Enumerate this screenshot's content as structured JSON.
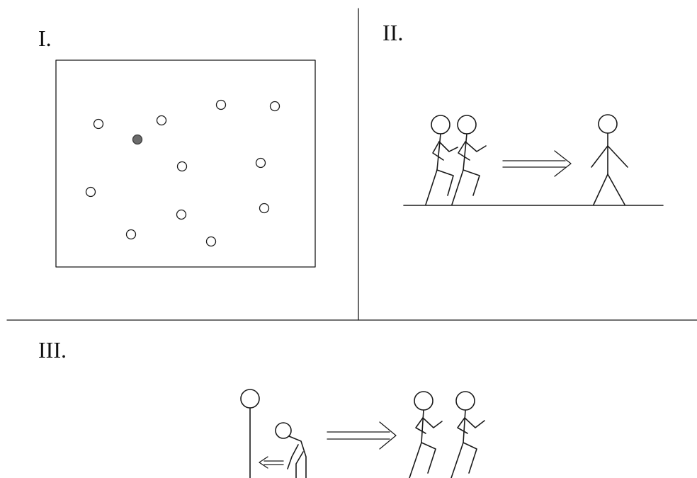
{
  "panels": [
    {
      "label": "I."
    },
    {
      "label": "II."
    },
    {
      "label": "III."
    }
  ],
  "colors": {
    "stroke": "#1a1a1a",
    "dot_fill": "#ffffff",
    "highlight_dot_fill": "#6b6b6b",
    "background": "#ffffff"
  }
}
